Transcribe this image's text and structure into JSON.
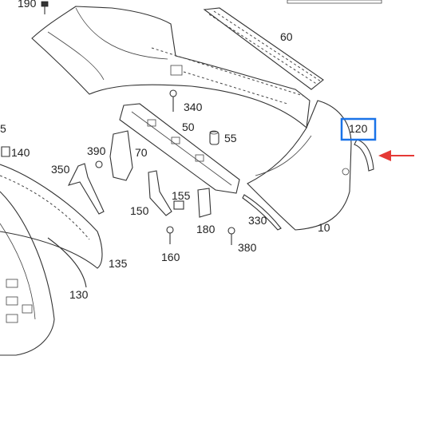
{
  "diagram": {
    "part_labels": [
      {
        "key": "p190",
        "text": "190"
      },
      {
        "key": "p60",
        "text": "60"
      },
      {
        "key": "p340",
        "text": "340"
      },
      {
        "key": "p50",
        "text": "50"
      },
      {
        "key": "p55",
        "text": "55"
      },
      {
        "key": "p120",
        "text": "120"
      },
      {
        "key": "p5",
        "text": "5"
      },
      {
        "key": "p140",
        "text": "140"
      },
      {
        "key": "p390",
        "text": "390"
      },
      {
        "key": "p70",
        "text": "70"
      },
      {
        "key": "p350",
        "text": "350"
      },
      {
        "key": "p155",
        "text": "155"
      },
      {
        "key": "p150",
        "text": "150"
      },
      {
        "key": "p180",
        "text": "180"
      },
      {
        "key": "p330",
        "text": "330"
      },
      {
        "key": "p10",
        "text": "10"
      },
      {
        "key": "p380",
        "text": "380"
      },
      {
        "key": "p160",
        "text": "160"
      },
      {
        "key": "p135",
        "text": "135"
      },
      {
        "key": "p130",
        "text": "130"
      }
    ],
    "highlight_color": "#1a73e8",
    "arrow_color": "#e53935"
  }
}
